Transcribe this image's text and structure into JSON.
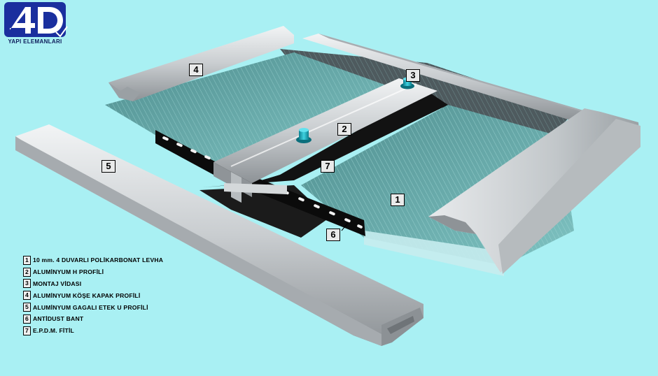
{
  "logo": {
    "mark": "4D",
    "text": "YAPI ELEMANLARI"
  },
  "callouts": [
    "1",
    "2",
    "3",
    "4",
    "5",
    "6",
    "7"
  ],
  "legend": [
    {
      "num": "1",
      "label": "10 mm. 4 DUVARLI POLİKARBONAT LEVHA"
    },
    {
      "num": "2",
      "label": "ALUMİNYUM H PROFİLİ"
    },
    {
      "num": "3",
      "label": "MONTAJ VİDASI"
    },
    {
      "num": "4",
      "label": "ALUMİNYUM KÖŞE KAPAK PROFİLİ"
    },
    {
      "num": "5",
      "label": "ALUMİNYUM GAGALI ETEK U PROFİLİ"
    },
    {
      "num": "6",
      "label": "ANTİDUST BANT"
    },
    {
      "num": "7",
      "label": "E.P.D.M. FİTİL"
    }
  ],
  "colors": {
    "background": "#a9f0f3",
    "aluminium": "#cfd3d6",
    "polycarbonate": "#6fb3b2",
    "gasket": "#111111",
    "screw": "#1fb6c8",
    "logo_blue": "#1a2f9e"
  }
}
